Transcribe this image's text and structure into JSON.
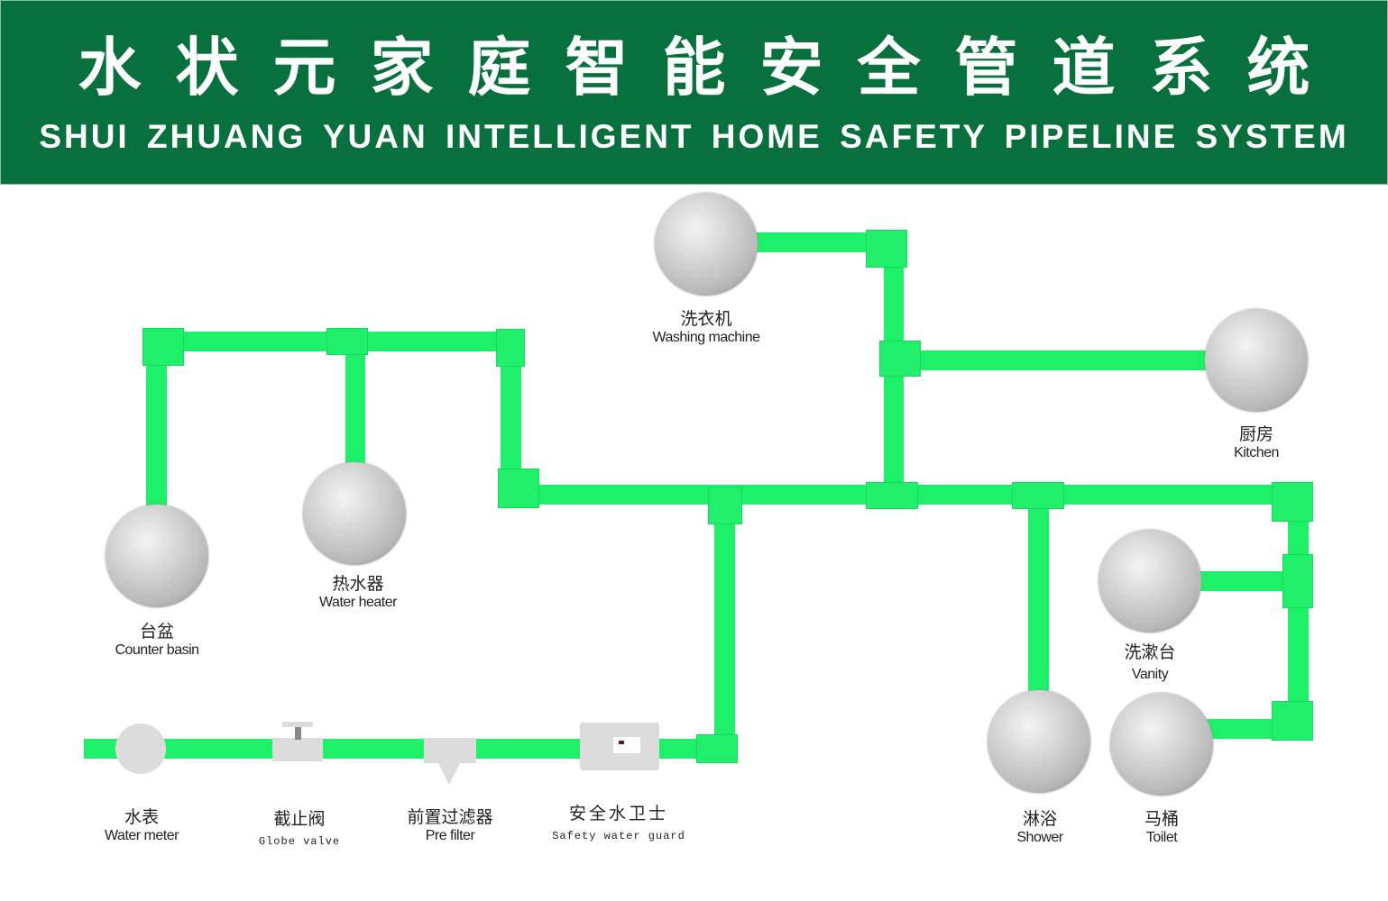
{
  "header": {
    "title_cn": "水状元家庭智能安全管道系统",
    "title_en": "SHUI ZHUANG YUAN  INTELLIGENT HOME SAFETY PIPELINE SYSTEM"
  },
  "colors": {
    "header": "#08703c",
    "pipe": "#1ef06a",
    "device": "#dcdcdc"
  },
  "devices": [
    {
      "cn": "水表",
      "en": "Water meter"
    },
    {
      "cn": "截止阀",
      "en": "Globe valve"
    },
    {
      "cn": "前置过滤器",
      "en": "Pre filter"
    },
    {
      "cn": "安全水卫士",
      "en": "Safety water guard"
    }
  ],
  "fixtures": {
    "washing": {
      "cn": "洗衣机",
      "en": "Washing machine"
    },
    "kitchen": {
      "cn": "厨房",
      "en": "Kitchen"
    },
    "basin": {
      "cn": "台盆",
      "en": "Counter basin"
    },
    "heater": {
      "cn": "热水器",
      "en": "Water heater"
    },
    "vanity": {
      "cn": "洗漱台",
      "en": "Vanity"
    },
    "shower": {
      "cn": "淋浴",
      "en": "Shower"
    },
    "toilet": {
      "cn": "马桶",
      "en": "Toilet"
    }
  }
}
